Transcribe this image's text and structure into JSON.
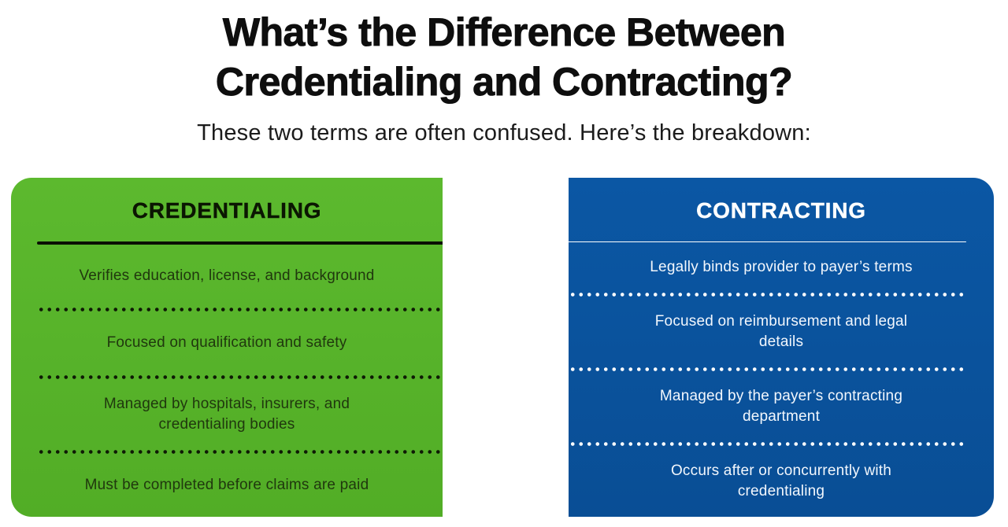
{
  "header": {
    "title_line1": "What’s the Difference Between",
    "title_line2": "Credentialing and Contracting?",
    "subtitle": "These two terms are often confused. Here’s the breakdown:"
  },
  "cards": [
    {
      "title": "CREDENTIALING",
      "items": [
        "Verifies education, license, and background",
        "Focused on qualification and safety",
        "Managed by hospitals, insurers, and\ncredentialing bodies",
        "Must be completed before claims are paid"
      ],
      "colors": {
        "background": "#55B129",
        "text": "#20380E",
        "header_text": "#0B1602",
        "underline": "#0A0F04",
        "dots": "#0E1A05"
      }
    },
    {
      "title": "CONTRACTING",
      "items": [
        "Legally binds provider to payer’s terms",
        "Focused on reimbursement and legal\ndetails",
        "Managed by the payer’s contracting\ndepartment",
        "Occurs after or concurrently with\ncredentialing"
      ],
      "colors": {
        "background": "#0A55A0",
        "text": "#F2F7FD",
        "header_text": "#FFFFFF",
        "underline": "#FFFFFF",
        "dots": "#FFFFFF"
      }
    }
  ]
}
